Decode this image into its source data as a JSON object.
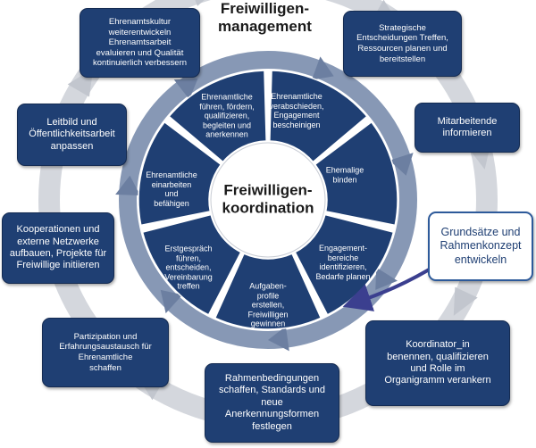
{
  "outer_title": "Freiwilligen-\nmanagement",
  "center_title": "Freiwilligen-\nkoordination",
  "inner_segments": [
    "Ehrenamtliche\nverabschieden,\nEngagement\nbescheinigen",
    "Ehemalige\nbinden",
    "Engagement-\nbereiche\nidentifizieren,\nBedarfe planen",
    "Aufgaben-\nprofile\nerstellen,\nFreiwilligen\ngewinnen",
    "Erstgespräch\nführen,\nentscheiden,\nVereinbarung\ntreffen",
    "Ehrenamtliche\neinarbeiten\nund\nbefähigen",
    "Ehrenamtliche\nführen, fördern,\nqualifizieren,\nbegleiten und\nanerkennen"
  ],
  "outer_boxes": [
    "Ehrenamtskultur\nweiterentwickeln\nEhrenamtsarbeit\nevaluieren und Qualität\nkontinuierlich verbessern",
    "Strategische\nEntscheidungen Treffen,\nRessourcen planen und\nbereitstellen",
    "Mitarbeitende\ninformieren",
    "Grundsätze und\nRahmenkonzept\nentwickeln",
    "Koordinator_in\nbenennen, qualifizieren\nund Rolle im\nOrganigramm verankern",
    "Rahmenbedingungen\nschaffen, Standards und\nneue\nAnerkennungsformen\nfestlegen",
    "Partizipation und\nErfahrungsaustausch für\nEhrenamtliche\nschaffen",
    "Kooperationen und\nexterne Netzwerke\naufbauen, Projekte für\nFreiwillige initiieren",
    "Leitbild und\nÖffentlichkeitsarbeit\nanpassen"
  ],
  "colors": {
    "box_fill": "#1f3f73",
    "segment_fill": "#1f3f73",
    "inner_ring": "#8798b5",
    "outer_ring": "#d4d7dd",
    "highlight_border": "#2d5a9a",
    "connector_arrow": "#3b3f8f"
  }
}
